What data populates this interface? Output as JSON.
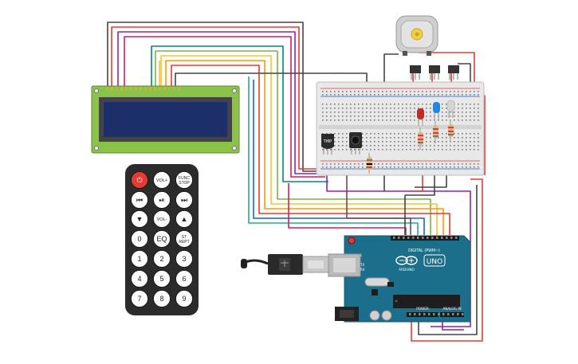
{
  "lcd": {
    "pin_count": 16
  },
  "temp_sensor": {
    "label": "TMP"
  },
  "remote": {
    "buttons": [
      {
        "id": "power",
        "label": "⏻",
        "accent": true
      },
      {
        "id": "vol-plus",
        "label": "VOL+"
      },
      {
        "id": "func-stop",
        "label": "FUNC/STOP"
      },
      {
        "id": "prev",
        "label": "⏮"
      },
      {
        "id": "play-pause",
        "label": "⏯"
      },
      {
        "id": "next",
        "label": "⏭"
      },
      {
        "id": "down",
        "label": "▼"
      },
      {
        "id": "vol-minus",
        "label": "VOL-"
      },
      {
        "id": "up",
        "label": "▲"
      },
      {
        "id": "0",
        "label": "0"
      },
      {
        "id": "eq",
        "label": "EQ"
      },
      {
        "id": "st-rept",
        "label": "ST/REPT"
      },
      {
        "id": "1",
        "label": "1"
      },
      {
        "id": "2",
        "label": "2"
      },
      {
        "id": "3",
        "label": "3"
      },
      {
        "id": "4",
        "label": "4"
      },
      {
        "id": "5",
        "label": "5"
      },
      {
        "id": "6",
        "label": "6"
      },
      {
        "id": "7",
        "label": "7"
      },
      {
        "id": "8",
        "label": "8"
      },
      {
        "id": "9",
        "label": "9"
      }
    ]
  },
  "arduino": {
    "digital_label": "DIGITAL (PWM~)",
    "logo_text": "ARDUINO",
    "model": "UNO",
    "power_label": "POWER",
    "analog_label": "ANALOG IN",
    "tx_label": "TX",
    "rx_label": "RX",
    "l_label": "L"
  },
  "colors": {
    "board_teal": "#1b6f8a",
    "breadboard": "#e8e8e8",
    "lcd_green": "#8bc34a",
    "lcd_screen": "#1d2f6b",
    "remote_body": "#2b2b2b",
    "power_red": "#e53935"
  }
}
